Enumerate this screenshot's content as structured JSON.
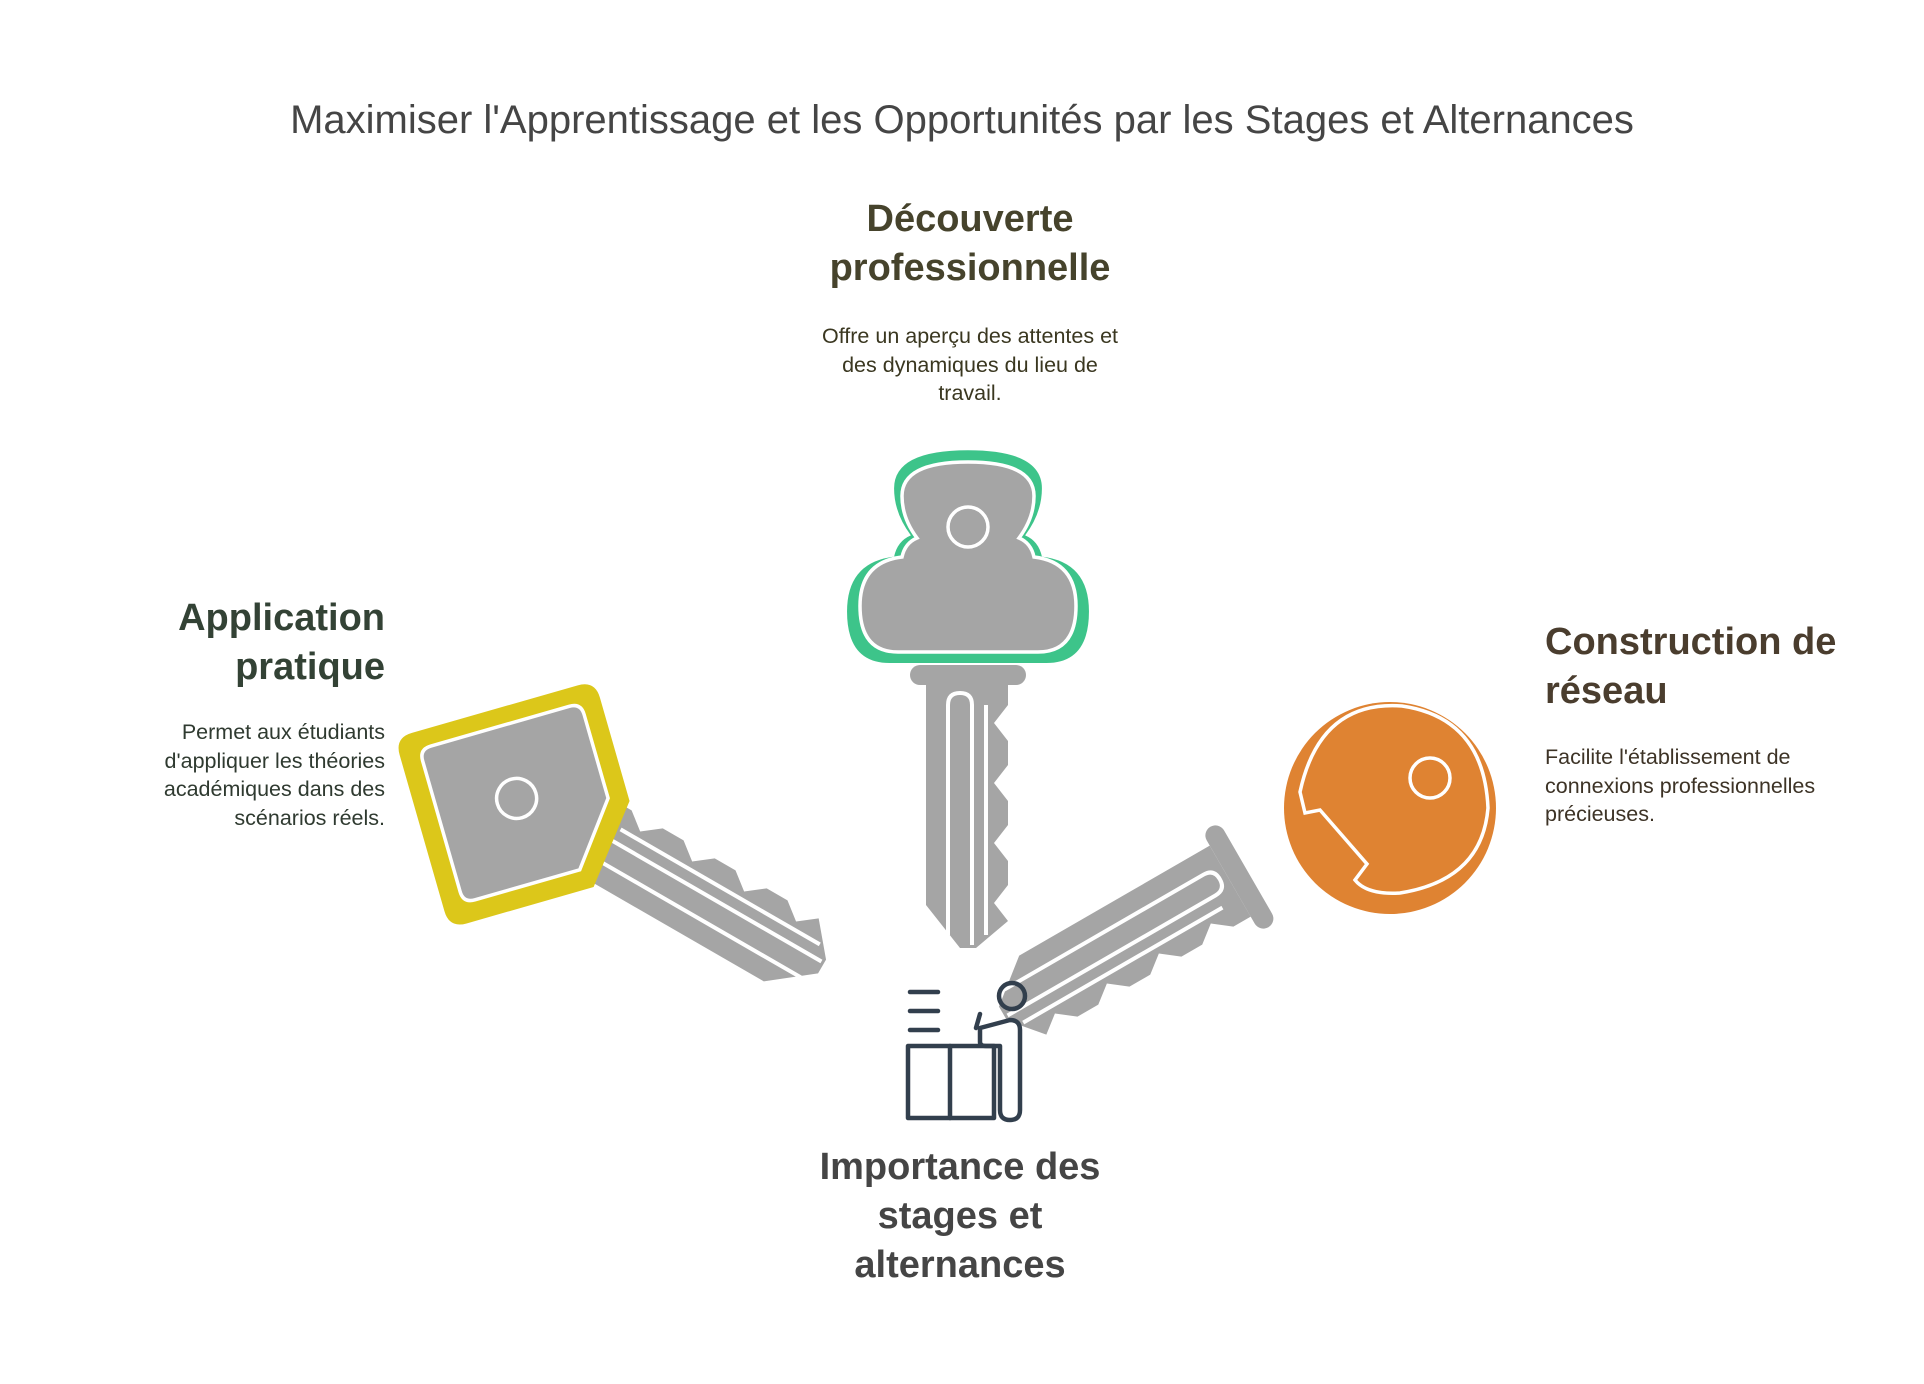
{
  "title": "Maximiser l'Apprentissage et les Opportunités par les Stages et Alternances",
  "center": {
    "label": "Importance des stages et alternances",
    "line1": "Importance des",
    "line2": "stages et",
    "line3": "alternances",
    "icon": "person-at-desk-icon"
  },
  "keys": [
    {
      "position": "top",
      "heading": "Découverte professionnelle",
      "heading_lines": [
        "Découverte",
        "professionnelle"
      ],
      "description_lines": [
        "Offre un aperçu des attentes et",
        "des dynamiques du lieu de",
        "travail."
      ],
      "color": "#3dc48a",
      "icon": "cloud-key-icon"
    },
    {
      "position": "left",
      "heading": "Application pratique",
      "heading_lines": [
        "Application",
        "pratique"
      ],
      "description_lines": [
        "Permet aux étudiants",
        "d'appliquer les théories",
        "académiques dans des",
        "scénarios réels."
      ],
      "color": "#dcc71a",
      "icon": "tag-key-icon"
    },
    {
      "position": "right",
      "heading": "Construction de réseau",
      "heading_lines": [
        "Construction de",
        "réseau"
      ],
      "description_lines": [
        "Facilite l'établissement de",
        "connexions professionnelles",
        "précieuses."
      ],
      "color": "#df8332",
      "icon": "round-key-icon"
    }
  ],
  "colors": {
    "key_body": "#a5a5a5",
    "icon_stroke": "#323f4d"
  }
}
